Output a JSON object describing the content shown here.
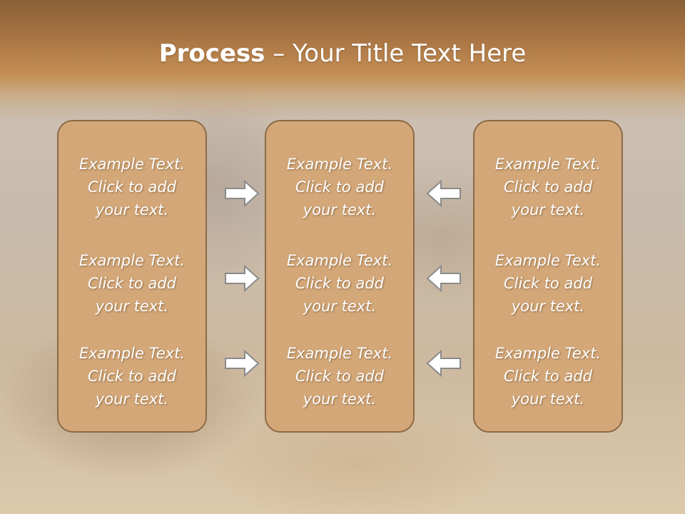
{
  "title": {
    "bold": "Process",
    "rest": " – Your Title Text Here"
  },
  "columns": [
    {
      "items": [
        "Example Text.\nClick  to add\nyour text.",
        "Example Text.\nClick  to add\nyour text.",
        "Example Text.\nClick  to add\nyour text."
      ]
    },
    {
      "items": [
        "Example Text.\nClick  to add\nyour text.",
        "Example Text.\nClick  to add\nyour text.",
        "Example Text.\nClick  to add\nyour text."
      ]
    },
    {
      "items": [
        "Example Text.\nClick  to add\nyour text.",
        "Example Text.\nClick  to add\nyour text.",
        "Example Text.\nClick  to add\nyour text."
      ]
    }
  ],
  "arrows": {
    "left_group": [
      "arrow-right-icon",
      "arrow-right-icon",
      "arrow-right-icon"
    ],
    "right_group": [
      "arrow-left-icon",
      "arrow-left-icon",
      "arrow-left-icon"
    ]
  },
  "colors": {
    "header": "#a87343",
    "box_fill": "#d3a778",
    "box_border": "#8d6a45",
    "text": "#ffffff"
  }
}
